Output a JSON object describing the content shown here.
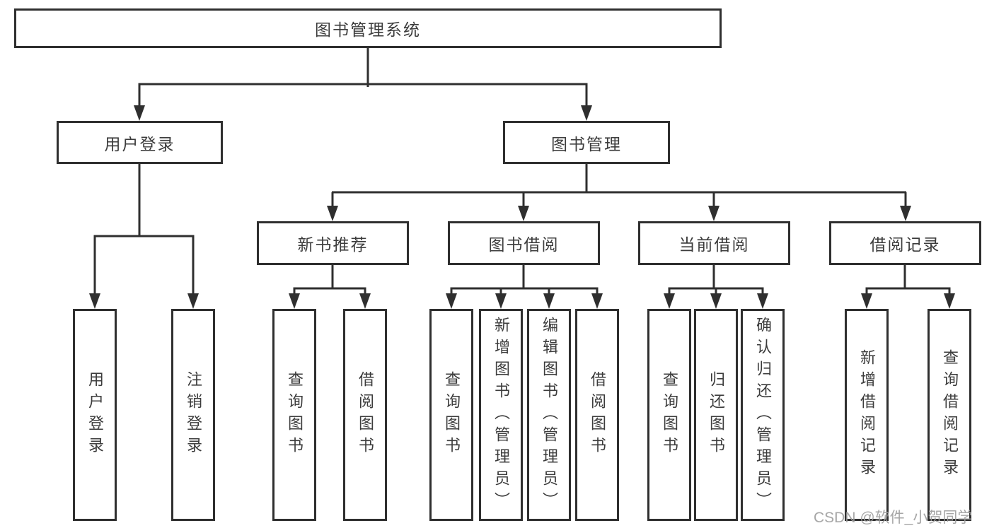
{
  "diagram": {
    "title": "图书管理系统",
    "nodes": {
      "root": {
        "label": "图书管理系统"
      },
      "user_login": {
        "label": "用户登录"
      },
      "book_management": {
        "label": "图书管理"
      },
      "new_book_recommend": {
        "label": "新书推荐"
      },
      "book_borrow": {
        "label": "图书借阅"
      },
      "current_borrow": {
        "label": "当前借阅"
      },
      "borrow_record": {
        "label": "借阅记录"
      },
      "leaf_user_login": {
        "label": "用户登录"
      },
      "leaf_logout": {
        "label": "注销登录"
      },
      "rec_query_book": {
        "label": "查询图书"
      },
      "rec_borrow_book": {
        "label": "借阅图书"
      },
      "bb_query_book": {
        "label": "查询图书"
      },
      "bb_add_book": {
        "label": "新增图书（管理员）"
      },
      "bb_edit_book": {
        "label": "编辑图书（管理员）"
      },
      "bb_borrow_book": {
        "label": "借阅图书"
      },
      "cb_query_book": {
        "label": "查询图书"
      },
      "cb_return_book": {
        "label": "归还图书"
      },
      "cb_confirm_return": {
        "label": "确认归还（管理员）"
      },
      "br_add_record": {
        "label": "新增借阅记录"
      },
      "br_query_record": {
        "label": "查询借阅记录"
      }
    },
    "hierarchy": {
      "图书管理系统": {
        "用户登录": [
          "用户登录",
          "注销登录"
        ],
        "图书管理": {
          "新书推荐": [
            "查询图书",
            "借阅图书"
          ],
          "图书借阅": [
            "查询图书",
            "新增图书（管理员）",
            "编辑图书（管理员）",
            "借阅图书"
          ],
          "当前借阅": [
            "查询图书",
            "归还图书",
            "确认归还（管理员）"
          ],
          "借阅记录": [
            "新增借阅记录",
            "查询借阅记录"
          ]
        }
      }
    },
    "colors": {
      "line": "#2f2f2f",
      "text": "#3c3c3c",
      "background": "#ffffff",
      "watermark": "#9e9e9e"
    },
    "watermark": "CSDN @软件_小贺同学"
  }
}
